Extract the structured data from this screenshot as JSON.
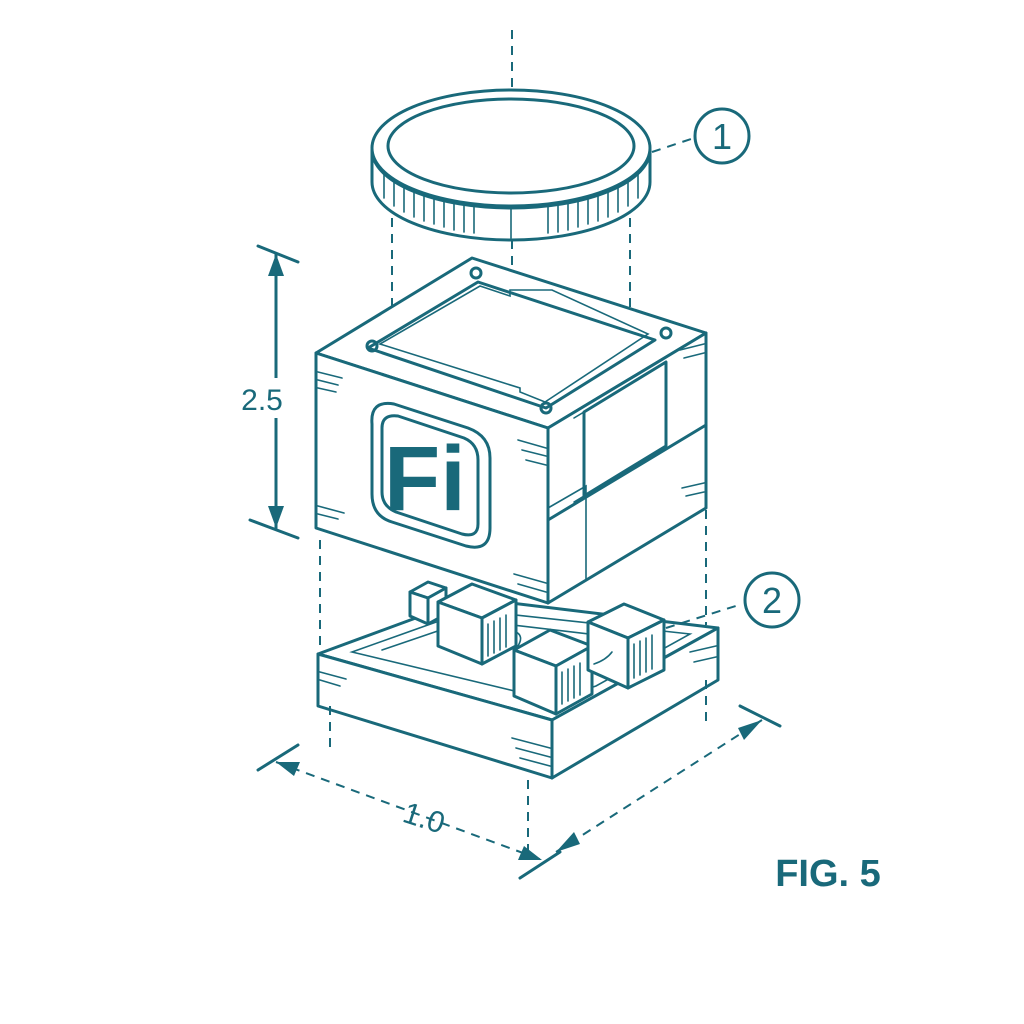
{
  "figure": {
    "label": "FIG. 5",
    "callouts": [
      {
        "number": "1",
        "target": "coin-lid"
      },
      {
        "number": "2",
        "target": "cube-components"
      }
    ],
    "dimensions": {
      "height": "2.5",
      "width": "1.0"
    },
    "logo_text": "Fi",
    "ink_color": "#19697a",
    "background_color": "#ffffff"
  }
}
